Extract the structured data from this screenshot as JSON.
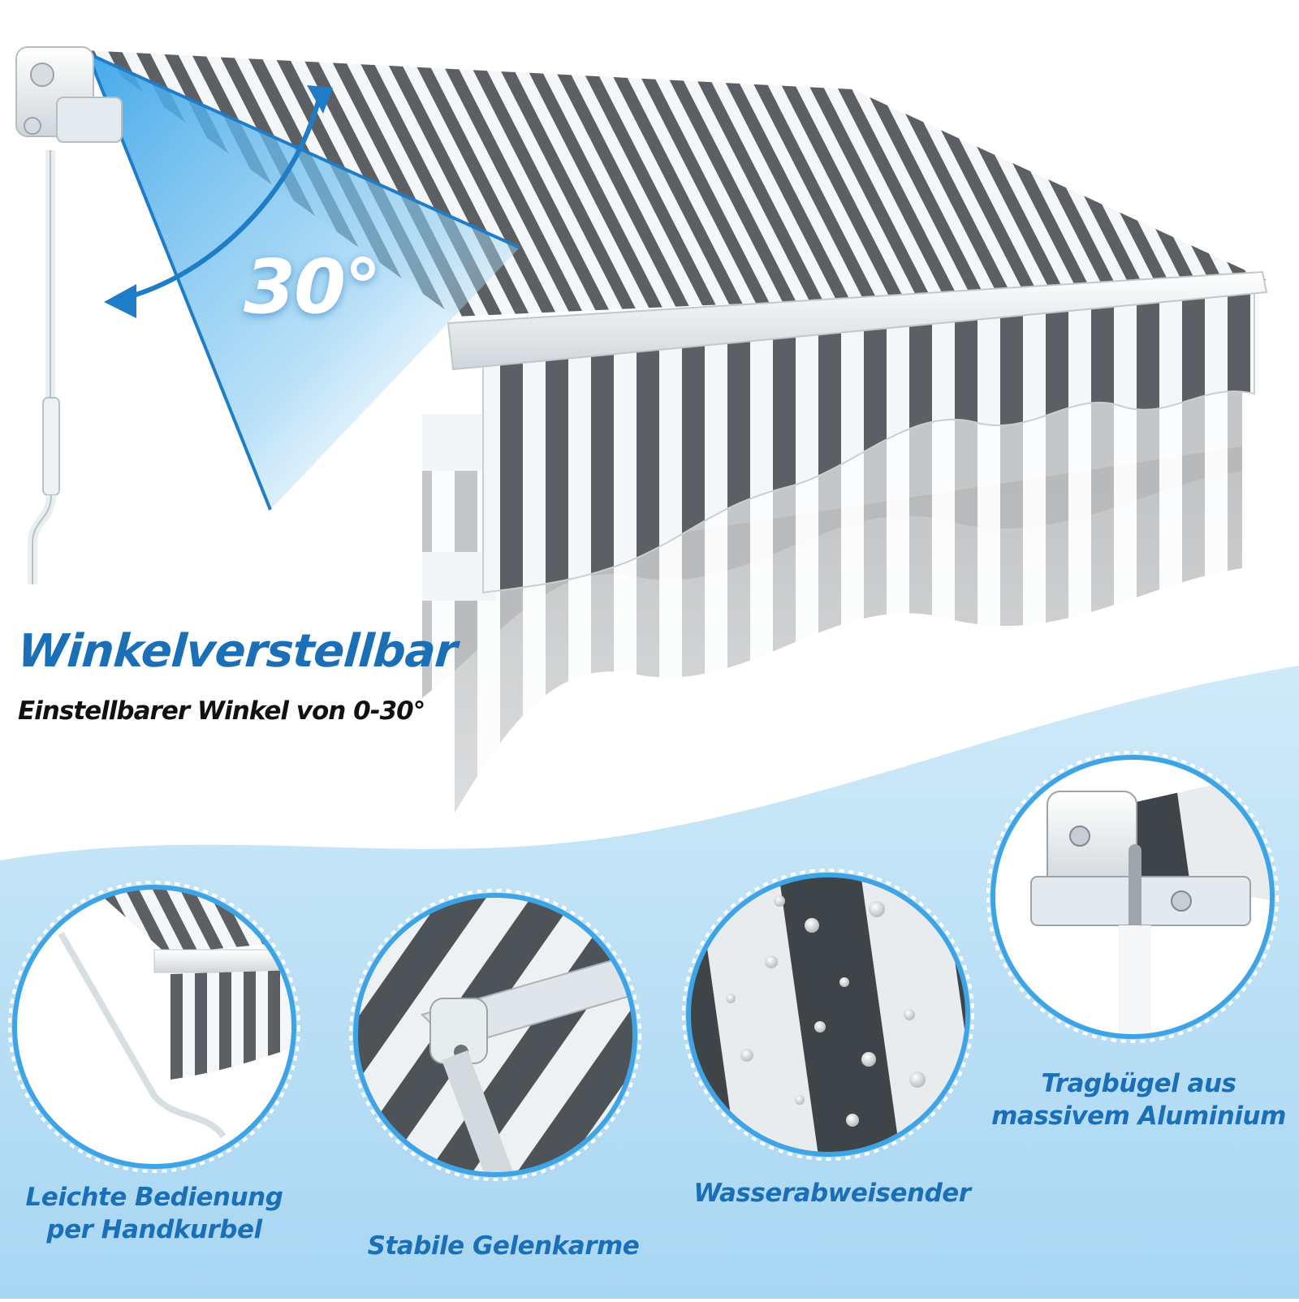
{
  "headline": "Winkelverstellbar",
  "subheadline": "Einstellbarer Winkel von 0-30°",
  "angle_label": "30°",
  "features": [
    {
      "icon": "crank-handle-closeup",
      "line1": "Leichte Bedienung",
      "line2": "per Handkurbel"
    },
    {
      "icon": "folding-arm-joint-closeup",
      "line1": "Stabile Gelenkarme",
      "line2": ""
    },
    {
      "icon": "water-droplets-fabric-closeup",
      "line1": "Wasserabweisender",
      "line2": ""
    },
    {
      "icon": "aluminium-bracket-closeup",
      "line1": "Tragbügel aus",
      "line2": "massivem Aluminium"
    }
  ],
  "colors": {
    "accent_blue": "#1a6fb6",
    "light_blue": "#bfe3f7",
    "stripe_grey": "#5c6064",
    "stripe_white": "#f4f6f7",
    "frame_white": "#e9eef0"
  }
}
